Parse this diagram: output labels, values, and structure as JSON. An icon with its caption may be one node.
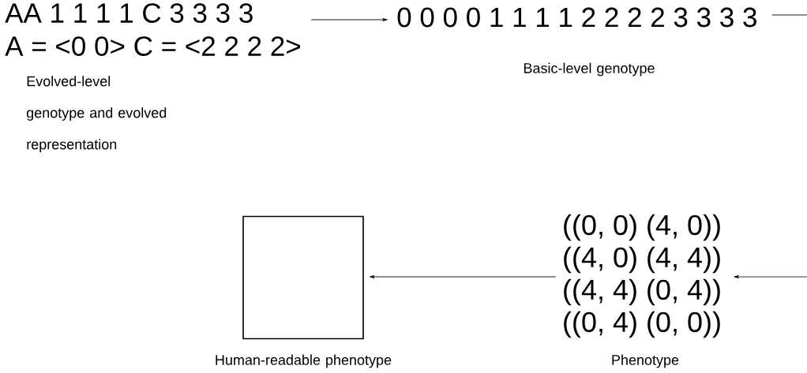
{
  "diagram": {
    "nodes": [
      {
        "text": [
          "AA 1 1 1 1 C 3 3 3 3",
          "A = <0 0>   C = <2 2 2 2>"
        ],
        "beside": [
          "Evolved-level genotype and evolved representation"
        ]
      },
      {
        "text": [
          "0 0 0 0 1 1 1 1 2 2 2 2 3 3 3 3"
        ],
        "beside": [
          "Basic-level genotype"
        ]
      },
      {
        "text": [
          "((0, 0) (4, 0))",
          "((4, 0) (4, 4))",
          "((4, 4) (0, 4))",
          "((0, 4) (0, 0))"
        ],
        "beside": [
          "Phenotype"
        ]
      },
      {
        "text": [],
        "shape": "box",
        "beside": [
          "Human-readable phenotype"
        ]
      }
    ],
    "edges": [
      {
        "from": 0,
        "to": 1,
        "arrow": "to"
      },
      {
        "from": 1,
        "to": null,
        "arrow": "none"
      },
      {
        "from": null,
        "to": 2,
        "arrow": "to"
      },
      {
        "from": 2,
        "to": 3,
        "arrow": "to"
      }
    ]
  }
}
